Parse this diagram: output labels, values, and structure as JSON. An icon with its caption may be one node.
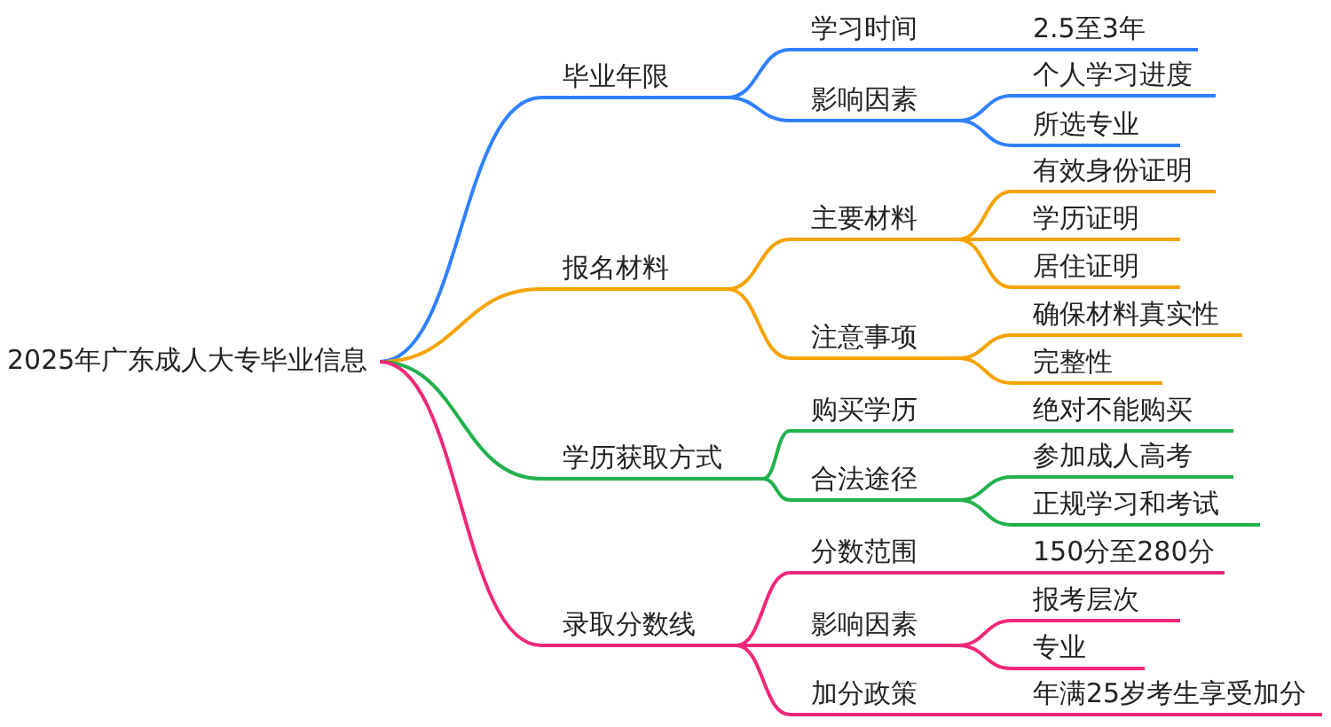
{
  "diagram": {
    "nodes": [
      {
        "text": [
          "2025年广东成人大专毕业信息"
        ]
      },
      {
        "text": [
          "毕业年限"
        ]
      },
      {
        "text": [
          "学习时间"
        ]
      },
      {
        "text": [
          "2.5至3年"
        ]
      },
      {
        "text": [
          "影响因素"
        ]
      },
      {
        "text": [
          "个人学习进度"
        ]
      },
      {
        "text": [
          "所选专业"
        ]
      },
      {
        "text": [
          "报名材料"
        ]
      },
      {
        "text": [
          "主要材料"
        ]
      },
      {
        "text": [
          "有效身份证明"
        ]
      },
      {
        "text": [
          "学历证明"
        ]
      },
      {
        "text": [
          "居住证明"
        ]
      },
      {
        "text": [
          "注意事项"
        ]
      },
      {
        "text": [
          "确保材料真实性"
        ]
      },
      {
        "text": [
          "完整性"
        ]
      },
      {
        "text": [
          "学历获取方式"
        ]
      },
      {
        "text": [
          "购买学历"
        ]
      },
      {
        "text": [
          "绝对不能购买"
        ]
      },
      {
        "text": [
          "合法途径"
        ]
      },
      {
        "text": [
          "参加成人高考"
        ]
      },
      {
        "text": [
          "正规学习和考试"
        ]
      },
      {
        "text": [
          "录取分数线"
        ]
      },
      {
        "text": [
          "分数范围"
        ]
      },
      {
        "text": [
          "150分至280分"
        ]
      },
      {
        "text": [
          "影响因素"
        ]
      },
      {
        "text": [
          "报考层次"
        ]
      },
      {
        "text": [
          "专业"
        ]
      },
      {
        "text": [
          "加分政策"
        ]
      },
      {
        "text": [
          "年满25岁考生享受加分"
        ]
      }
    ],
    "edges": [
      {
        "from": 0,
        "to": 1,
        "arrow": "none",
        "color": "#2f80ff"
      },
      {
        "from": 1,
        "to": 2,
        "arrow": "none",
        "color": "#2f80ff"
      },
      {
        "from": 2,
        "to": 3,
        "arrow": "none",
        "color": "#2f80ff"
      },
      {
        "from": 1,
        "to": 4,
        "arrow": "none",
        "color": "#2f80ff"
      },
      {
        "from": 4,
        "to": 5,
        "arrow": "none",
        "color": "#2f80ff"
      },
      {
        "from": 4,
        "to": 6,
        "arrow": "none",
        "color": "#2f80ff"
      },
      {
        "from": 0,
        "to": 7,
        "arrow": "none",
        "color": "#f5a300"
      },
      {
        "from": 7,
        "to": 8,
        "arrow": "none",
        "color": "#f5a300"
      },
      {
        "from": 8,
        "to": 9,
        "arrow": "none",
        "color": "#f5a300"
      },
      {
        "from": 8,
        "to": 10,
        "arrow": "none",
        "color": "#f5a300"
      },
      {
        "from": 8,
        "to": 11,
        "arrow": "none",
        "color": "#f5a300"
      },
      {
        "from": 7,
        "to": 12,
        "arrow": "none",
        "color": "#f5a300"
      },
      {
        "from": 12,
        "to": 13,
        "arrow": "none",
        "color": "#f5a300"
      },
      {
        "from": 12,
        "to": 14,
        "arrow": "none",
        "color": "#f5a300"
      },
      {
        "from": 0,
        "to": 15,
        "arrow": "none",
        "color": "#22b14c"
      },
      {
        "from": 15,
        "to": 16,
        "arrow": "none",
        "color": "#22b14c"
      },
      {
        "from": 16,
        "to": 17,
        "arrow": "none",
        "color": "#22b14c"
      },
      {
        "from": 15,
        "to": 18,
        "arrow": "none",
        "color": "#22b14c"
      },
      {
        "from": 18,
        "to": 19,
        "arrow": "none",
        "color": "#22b14c"
      },
      {
        "from": 18,
        "to": 20,
        "arrow": "none",
        "color": "#22b14c"
      },
      {
        "from": 0,
        "to": 21,
        "arrow": "none",
        "color": "#f0287a"
      },
      {
        "from": 21,
        "to": 22,
        "arrow": "none",
        "color": "#f0287a"
      },
      {
        "from": 22,
        "to": 23,
        "arrow": "none",
        "color": "#f0287a"
      },
      {
        "from": 21,
        "to": 24,
        "arrow": "none",
        "color": "#f0287a"
      },
      {
        "from": 24,
        "to": 25,
        "arrow": "none",
        "color": "#f0287a"
      },
      {
        "from": 24,
        "to": 26,
        "arrow": "none",
        "color": "#f0287a"
      },
      {
        "from": 21,
        "to": 27,
        "arrow": "none",
        "color": "#f0287a"
      },
      {
        "from": 27,
        "to": 28,
        "arrow": "none",
        "color": "#f0287a"
      }
    ]
  }
}
